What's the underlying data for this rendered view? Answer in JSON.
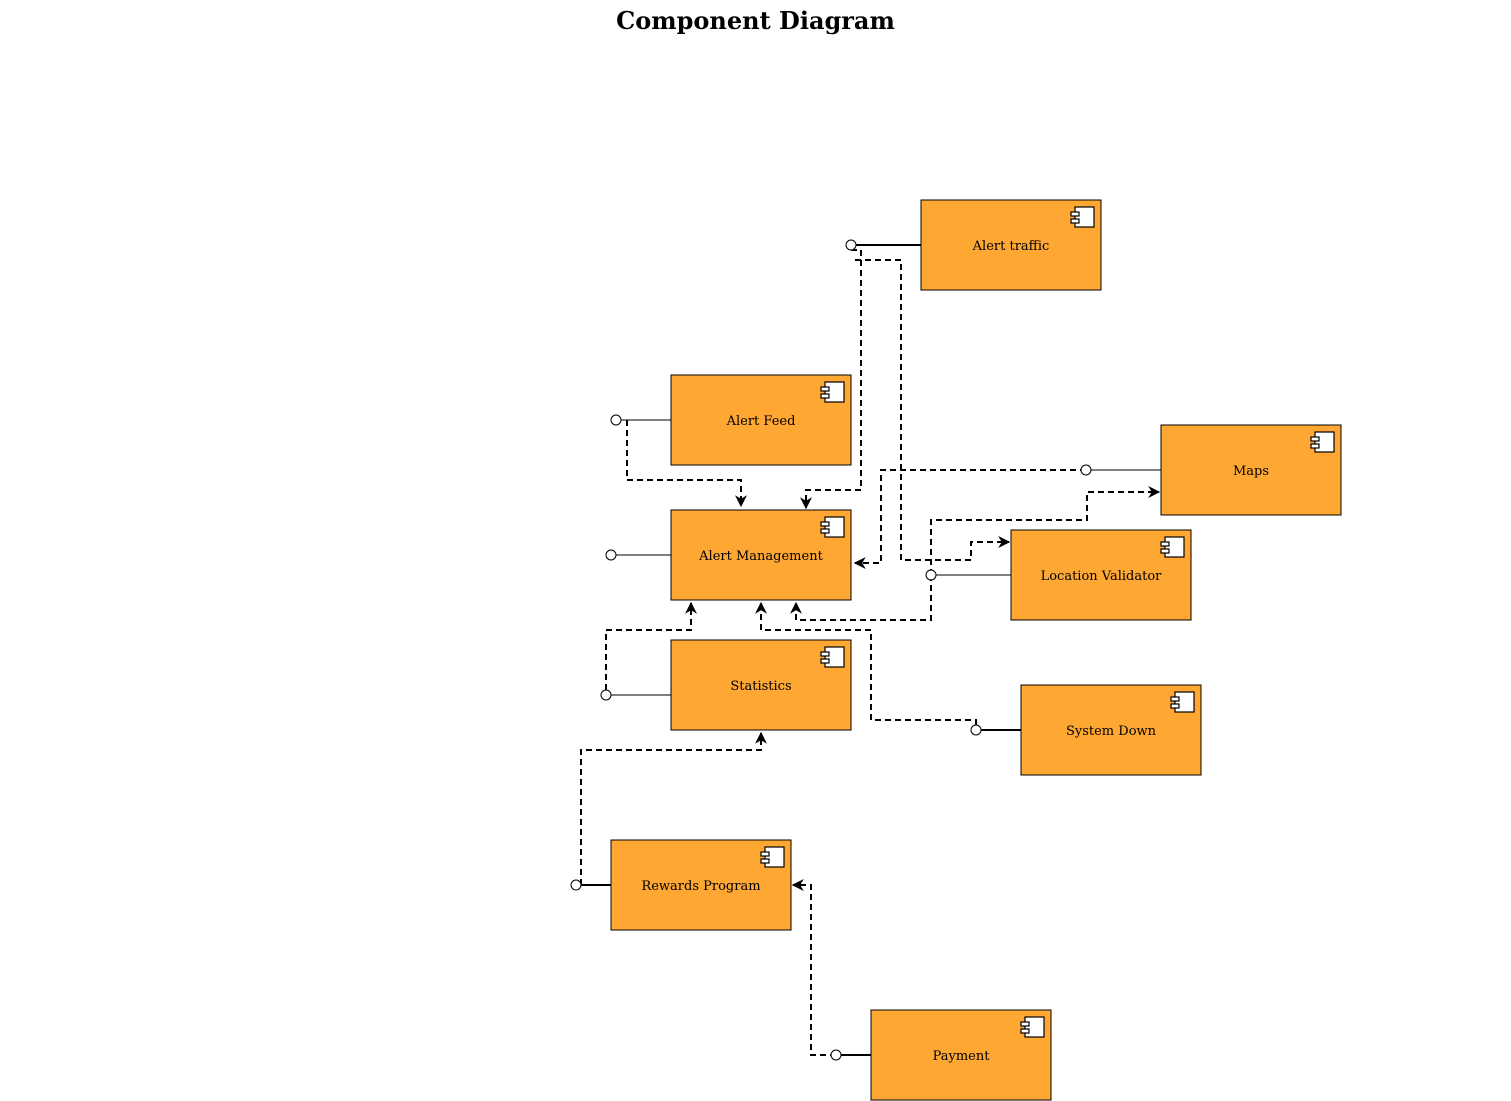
{
  "title": "Component Diagram",
  "components": [
    {
      "id": "alert-traffic",
      "label": "Alert traffic"
    },
    {
      "id": "alert-feed",
      "label": "Alert Feed"
    },
    {
      "id": "maps",
      "label": "Maps"
    },
    {
      "id": "alert-management",
      "label": "Alert Management"
    },
    {
      "id": "location-validator",
      "label": "Location Validator"
    },
    {
      "id": "statistics",
      "label": "Statistics"
    },
    {
      "id": "system-down",
      "label": "System Down"
    },
    {
      "id": "rewards-program",
      "label": "Rewards Program"
    },
    {
      "id": "payment",
      "label": "Payment"
    }
  ],
  "dependencies": [
    {
      "from": "alert-feed",
      "to": "alert-management"
    },
    {
      "from": "alert-traffic",
      "to": "alert-management"
    },
    {
      "from": "alert-traffic",
      "to": "location-validator"
    },
    {
      "from": "maps",
      "to": "alert-management"
    },
    {
      "from": "location-validator",
      "to": "maps"
    },
    {
      "from": "location-validator",
      "to": "alert-management"
    },
    {
      "from": "statistics",
      "to": "alert-management"
    },
    {
      "from": "system-down",
      "to": "alert-management"
    },
    {
      "from": "rewards-program",
      "to": "statistics"
    },
    {
      "from": "payment",
      "to": "rewards-program"
    }
  ],
  "colors": {
    "component_fill": "#ffa733",
    "stroke": "#000000"
  },
  "icons": {
    "component": "component-icon"
  }
}
